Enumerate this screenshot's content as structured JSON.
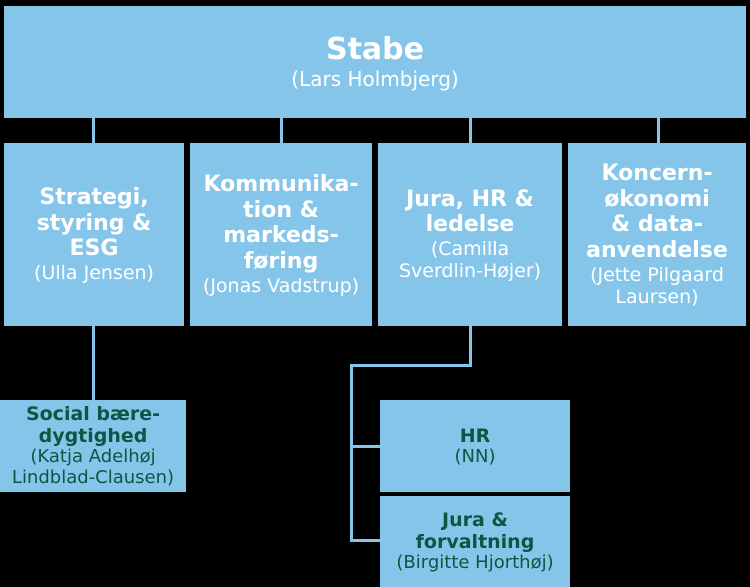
{
  "chart": {
    "type": "org-chart",
    "colors": {
      "background": "#000000",
      "node_fill": "#85c5e9",
      "level1_text": "#ffffff",
      "level2_text": "#ffffff",
      "level3_text": "#0b5742",
      "connector": "#85c5e9"
    },
    "nodes": {
      "root": {
        "title": "Stabe",
        "person": "(Lars Holmbjerg)"
      },
      "strategi": {
        "title": "Strategi,\nstyring &\nESG",
        "person": "(Ulla Jensen)"
      },
      "kommunikation": {
        "title": "Kommunika-\ntion &\nmarkeds-\nføring",
        "person": "(Jonas Vadstrup)"
      },
      "jura": {
        "title": "Jura, HR &\nledelse",
        "person": "(Camilla\nSverdlin-Højer)"
      },
      "koncern": {
        "title": "Koncern-\nøkonomi\n& data-\nanvendelse",
        "person": "(Jette Pilgaard\nLaursen)"
      },
      "social": {
        "title": "Social bære-\ndygtighed",
        "person": "(Katja Adelhøj\nLindblad-Clausen)"
      },
      "hr": {
        "title": "HR",
        "person": "(NN)"
      },
      "juraforvaltning": {
        "title": "Jura &\nforvaltning",
        "person": "(Birgitte Hjorthøj)"
      }
    }
  }
}
